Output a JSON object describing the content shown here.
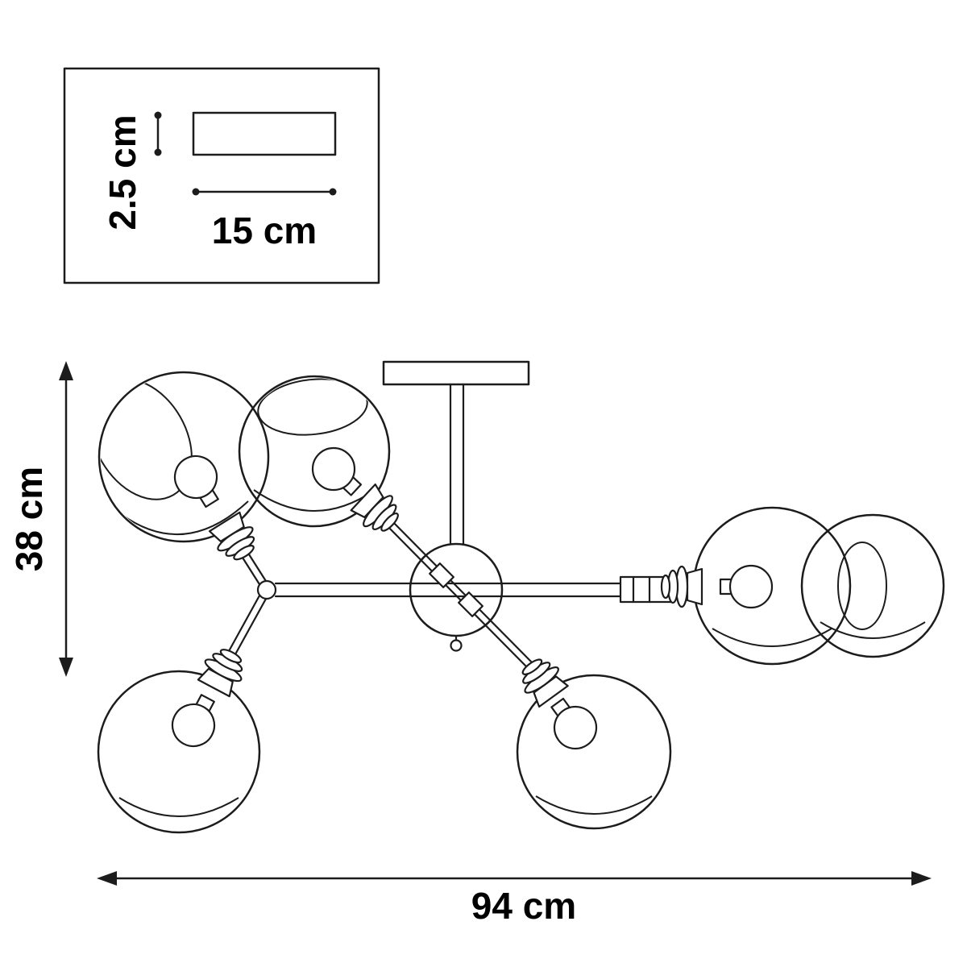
{
  "colors": {
    "line": "#1c1c1c",
    "background": "#ffffff",
    "text": "#000000"
  },
  "labels": {
    "inset_height": "2.5 cm",
    "inset_width": "15 cm",
    "fixture_height": "38 cm",
    "fixture_width": "94 cm"
  }
}
